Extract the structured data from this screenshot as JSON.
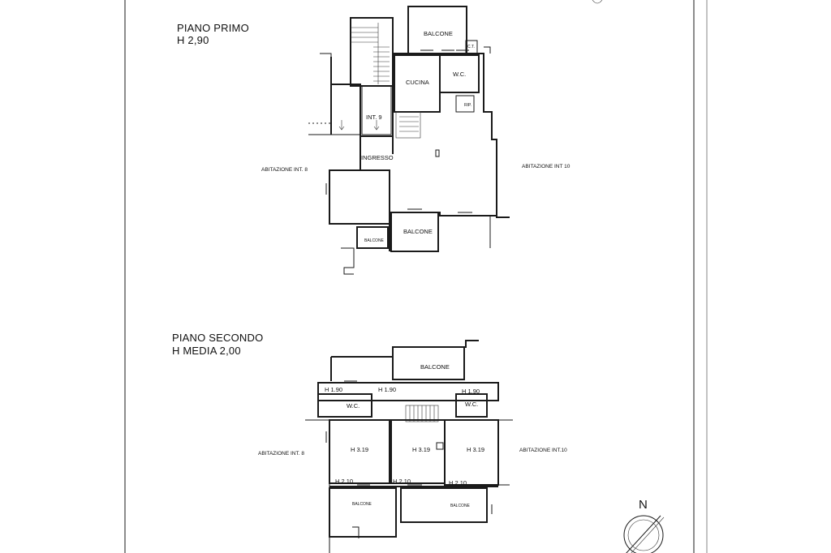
{
  "floors": {
    "first": {
      "title": "PIANO PRIMO",
      "height": "H 2,90",
      "rooms": {
        "balcone_top": "BALCONE",
        "ct": "C.T.",
        "cucina": "CUCINA",
        "wc": "W.C.",
        "rip": "RIP.",
        "int9": "INT. 9",
        "ingresso": "INGRESSO",
        "balcone_small": "BALCONE",
        "balcone_bottom": "BALCONE"
      },
      "left_neighbor": "ABITAZIONE INT. 8",
      "right_neighbor": "ABITAZIONE INT 10"
    },
    "second": {
      "title": "PIANO SECONDO",
      "height": "H MEDIA 2,00",
      "rooms": {
        "balcone_top": "BALCONE",
        "h190_a": "H 1.90",
        "h190_b": "H 1.90",
        "h190_c": "H 1.90",
        "wc_left": "W.C.",
        "wc_right": "W.C.",
        "h319_a": "H 3.19",
        "h319_b": "H 3.19",
        "h319_c": "H 3.19",
        "h210_a": "H 2.10",
        "h210_b": "H 2.10",
        "h210_c": "H 2.10",
        "balcone_left": "BALCONE",
        "balcone_right": "BALCONE"
      },
      "left_neighbor": "ABITAZIONE INT. 8",
      "right_neighbor": "ABITAZIONE INT.10"
    }
  },
  "compass": {
    "label": "N"
  }
}
